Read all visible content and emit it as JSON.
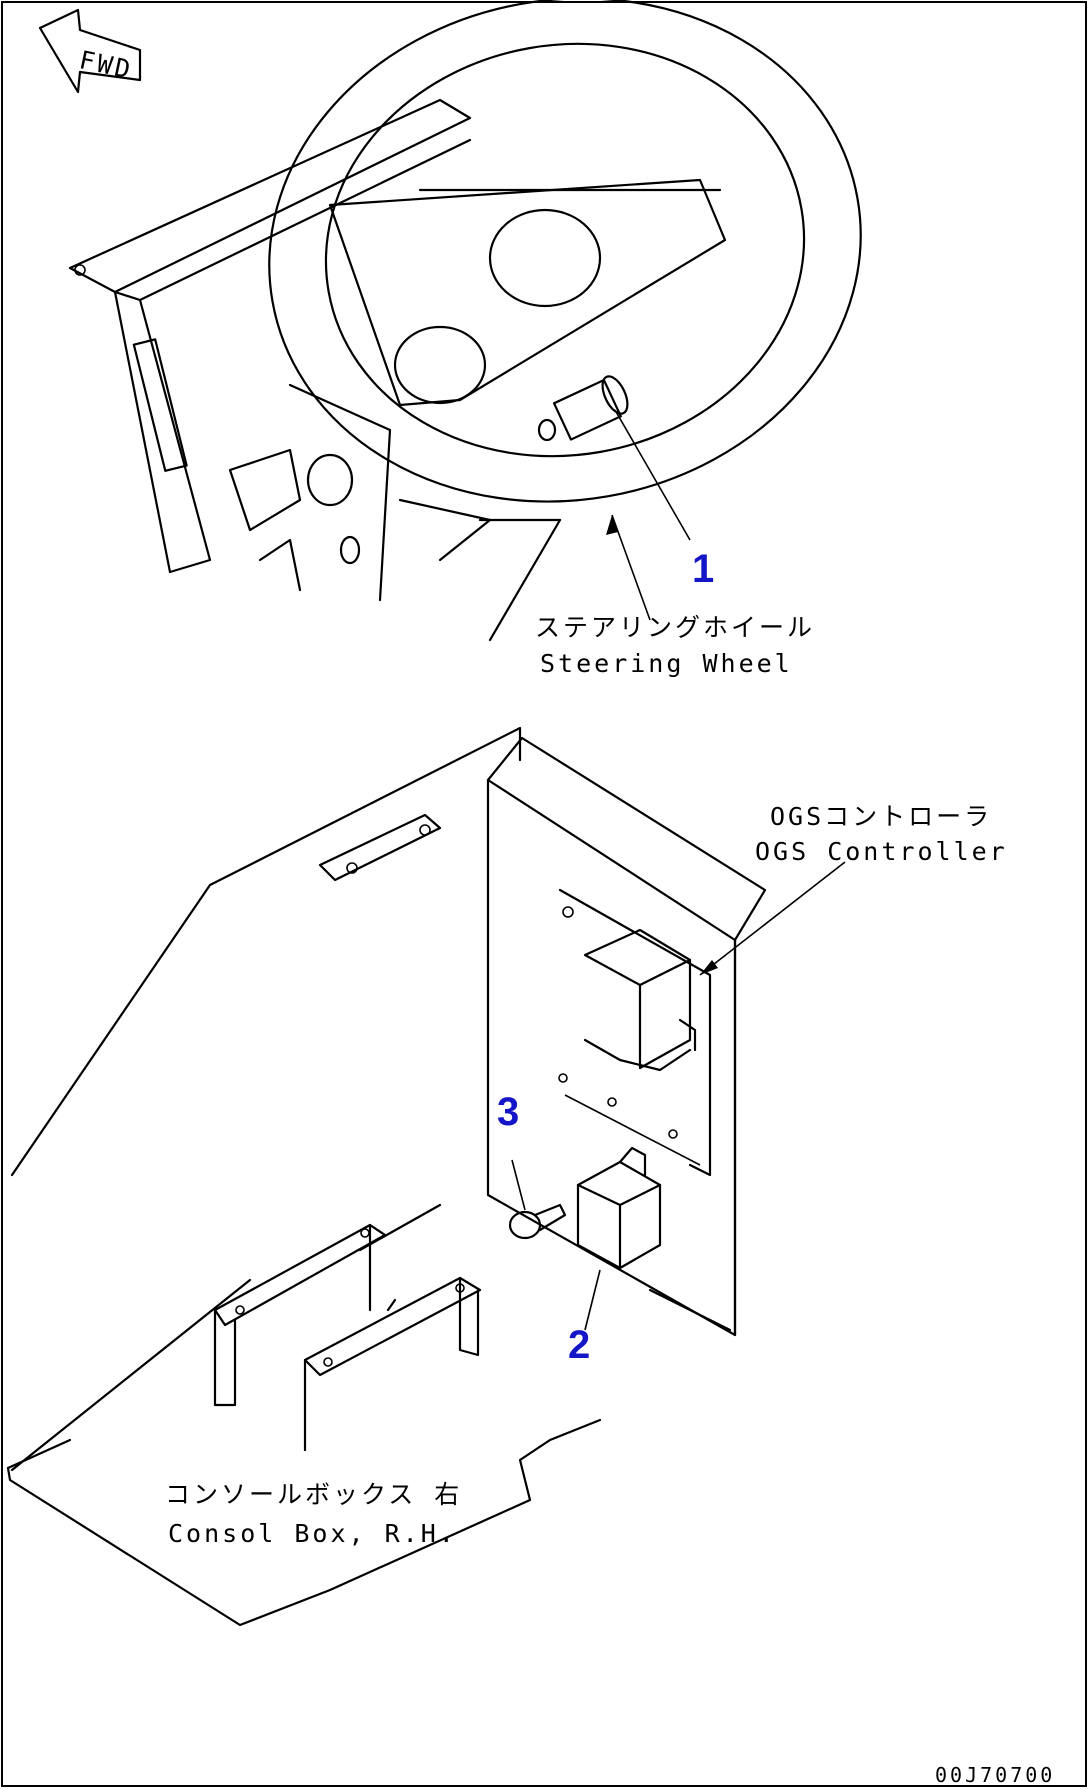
{
  "figure_code": "00J70700",
  "direction_marker": "FWD",
  "callouts": [
    {
      "number": "1"
    },
    {
      "number": "2"
    },
    {
      "number": "3"
    }
  ],
  "labels": {
    "steering_jp": "ステアリングホイール",
    "steering_en": "Steering Wheel",
    "controller_jp": "OGSコントローラ",
    "controller_en": "OGS Controller",
    "console_jp": "コンソールボックス 右",
    "console_en": "Consol Box, R.H."
  }
}
